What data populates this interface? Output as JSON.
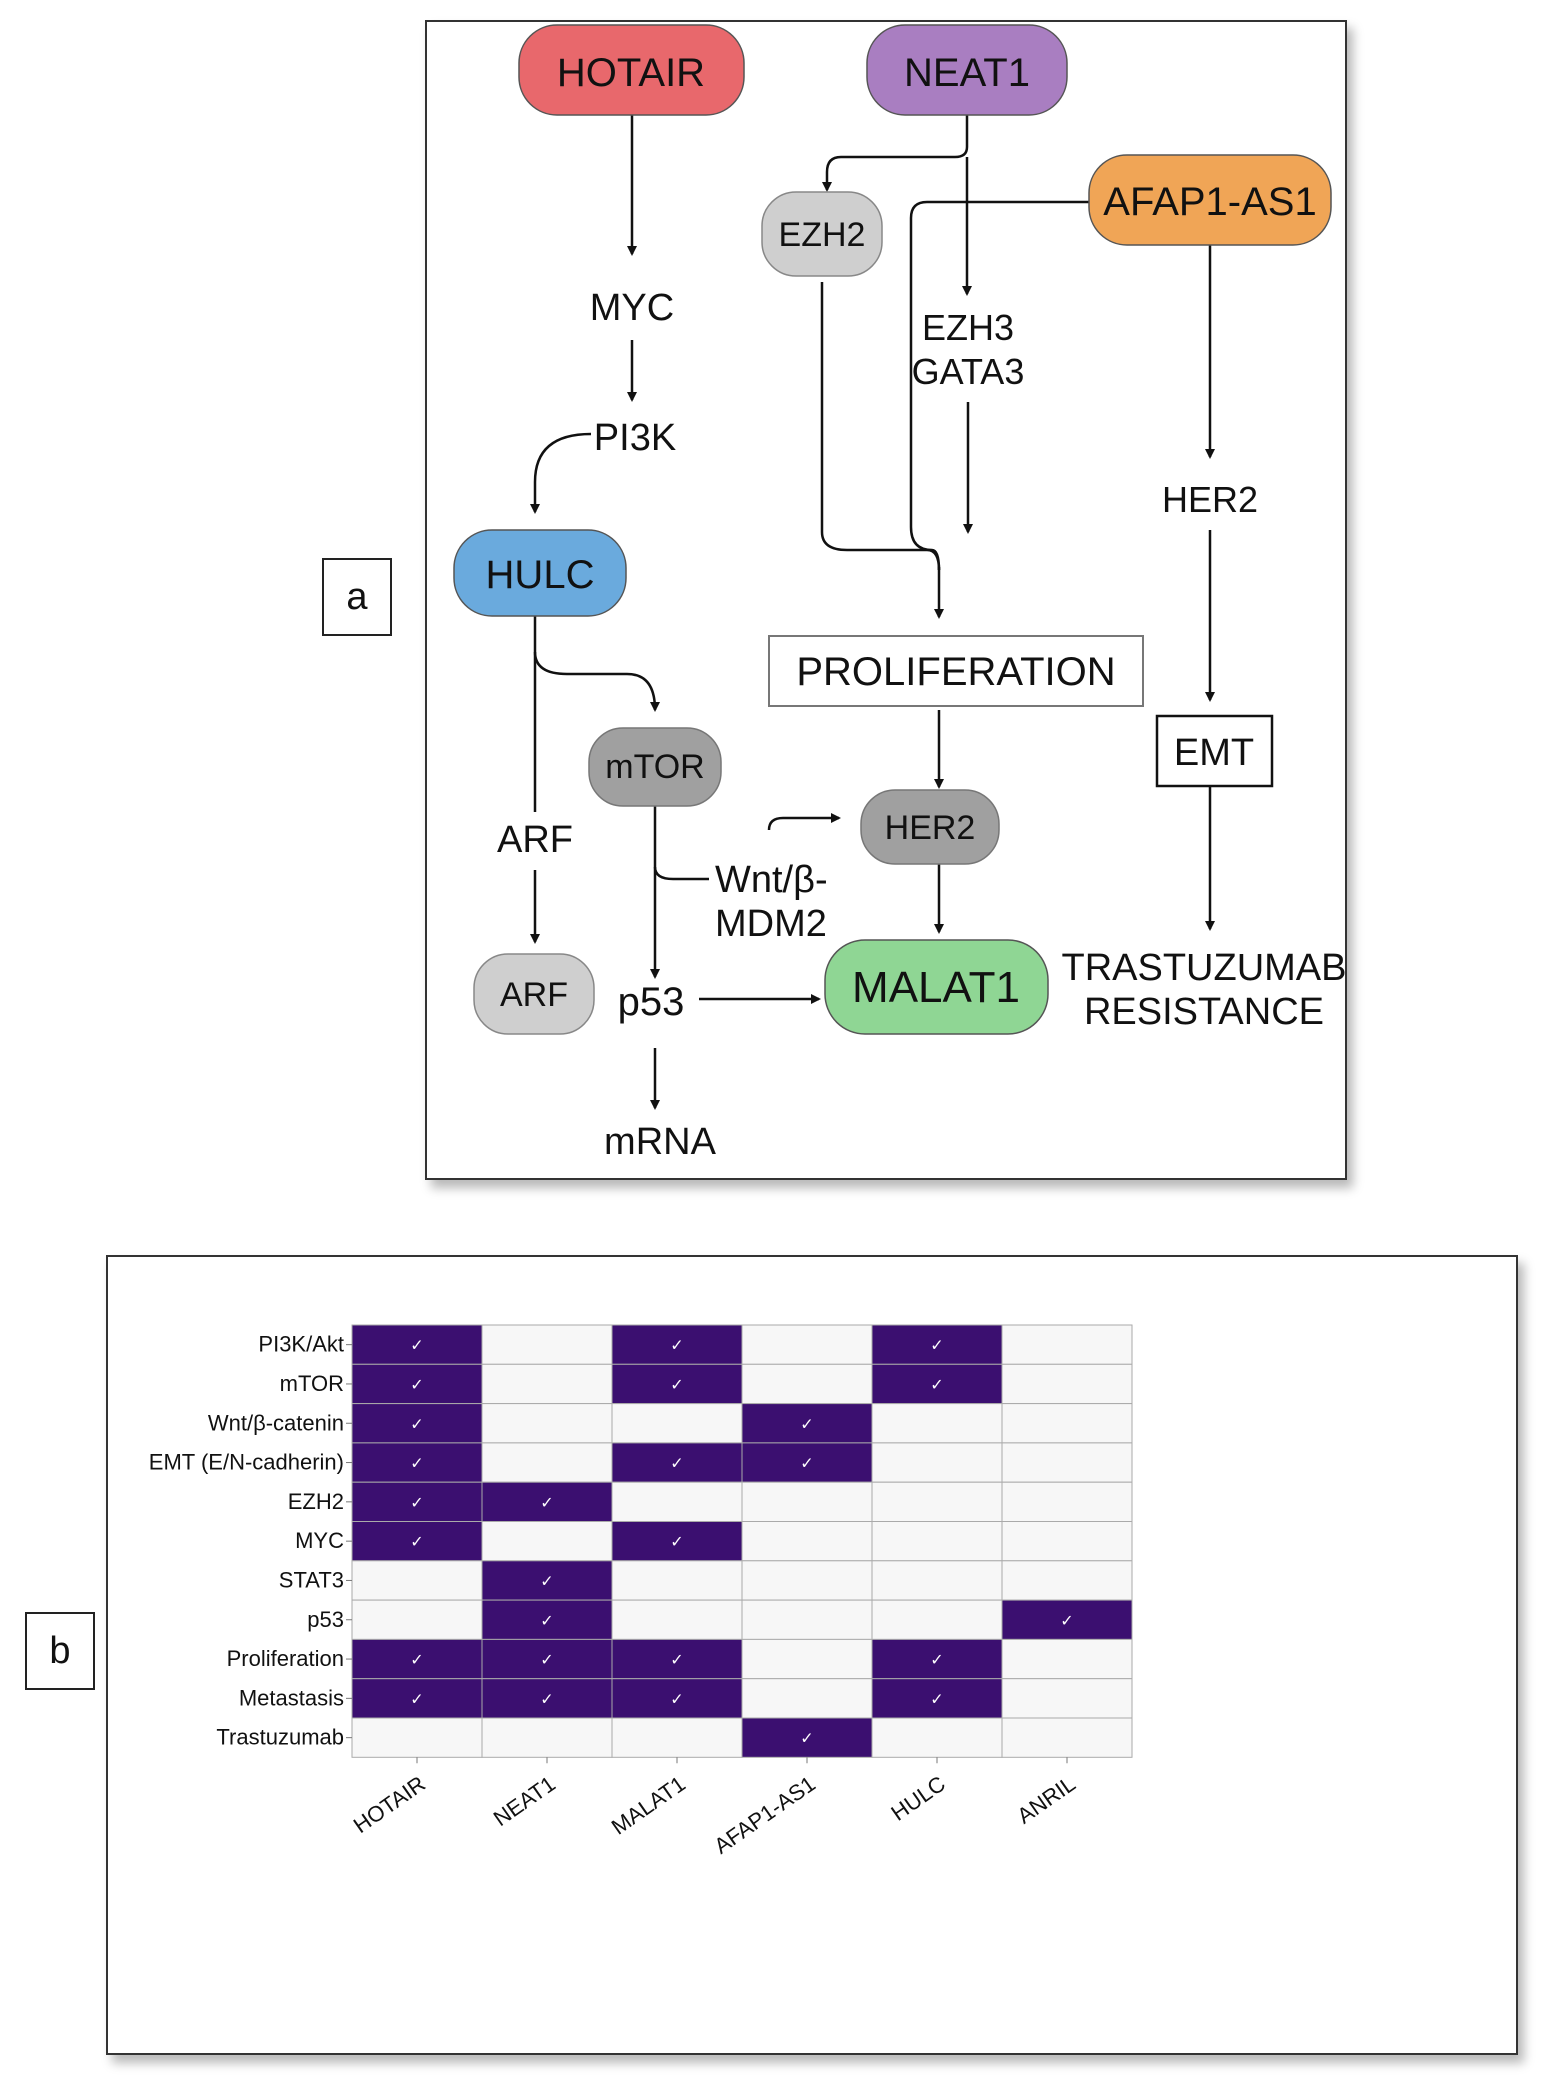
{
  "panel_a": {
    "label": "a",
    "nodes": {
      "hotair": "HOTAIR",
      "neat1": "NEAT1",
      "afap1_as1": "AFAP1-AS1",
      "hulc": "HULC",
      "malat1": "MALAT1",
      "ezh2": "EZH2",
      "mtor": "mTOR",
      "her2_node": "HER2",
      "arf_node": "ARF",
      "proliferation": "PROLIFERATION",
      "emt": "EMT"
    },
    "texts": {
      "myc": "MYC",
      "pi3k": "PI3K",
      "ezh3": "EZH3",
      "gata3": "GATA3",
      "her2_text": "HER2",
      "arf_text": "ARF",
      "wnt": "Wnt/β-",
      "mdm2": "MDM2",
      "p53": "p53",
      "mrna": "mRNA",
      "trastuzumab": "TRASTUZUMAB",
      "resistance": "RESISTANCE"
    },
    "colors": {
      "hotair": "#e8686c",
      "neat1": "#a97ec1",
      "afap1_as1": "#f0a556",
      "hulc": "#6aaadd",
      "malat1": "#8fd694",
      "gray_light": "#cfcfcf",
      "gray_dark": "#a0a0a0"
    }
  },
  "panel_b": {
    "label": "b",
    "chart_data": {
      "type": "heatmap",
      "rows": [
        "PI3K/Akt",
        "mTOR",
        "Wnt/β-catenin",
        "EMT (E/N-cadherin)",
        "EZH2",
        "MYC",
        "STAT3",
        "p53",
        "Proliferation",
        "Metastasis",
        "Trastuzumab"
      ],
      "columns": [
        "HOTAIR",
        "NEAT1",
        "MALAT1",
        "AFAP1-AS1",
        "HULC",
        "ANRIL"
      ],
      "values": [
        [
          1,
          0,
          1,
          0,
          1,
          0
        ],
        [
          1,
          0,
          1,
          0,
          1,
          0
        ],
        [
          1,
          0,
          0,
          1,
          0,
          0
        ],
        [
          1,
          0,
          1,
          1,
          0,
          0
        ],
        [
          1,
          1,
          0,
          0,
          0,
          0
        ],
        [
          1,
          0,
          1,
          0,
          0,
          0
        ],
        [
          0,
          1,
          0,
          0,
          0,
          0
        ],
        [
          0,
          1,
          0,
          0,
          0,
          1
        ],
        [
          1,
          1,
          1,
          0,
          1,
          0
        ],
        [
          1,
          1,
          1,
          0,
          1,
          0
        ],
        [
          0,
          0,
          0,
          1,
          0,
          0
        ]
      ],
      "mark": "✓",
      "colors": {
        "on": "#3b0f70",
        "off": "#f7f7f7",
        "grid": "#aaaaaa"
      }
    }
  }
}
